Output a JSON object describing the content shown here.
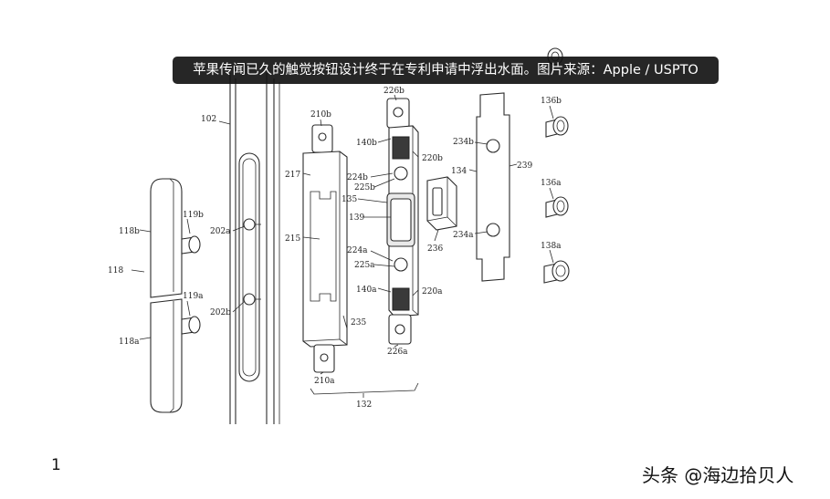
{
  "caption": "苹果传闻已久的触觉按钮设计终于在专利申请中浮出水面。图片来源：Apple / USPTO",
  "page_number": "1",
  "account": "头条 @海边拾贝人",
  "labels": {
    "l102": "102",
    "l118": "118",
    "l118b": "118b",
    "l118a": "118a",
    "l119b": "119b",
    "l119a": "119a",
    "l202a": "202a",
    "l202b": "202b",
    "l210b": "210b",
    "l210a": "210a",
    "l217": "217",
    "l215": "215",
    "l235": "235",
    "l132": "132",
    "l226b": "226b",
    "l226a": "226a",
    "l140b": "140b",
    "l140a": "140a",
    "l220b": "220b",
    "l220a": "220a",
    "l224b": "224b",
    "l224a": "224a",
    "l225b": "225b",
    "l225a": "225a",
    "l135": "135",
    "l139": "139",
    "l236": "236",
    "l234b": "234b",
    "l234a": "234a",
    "l134": "134",
    "l239": "239",
    "l136b": "136b",
    "l136a": "136a",
    "l138a": "138a"
  }
}
